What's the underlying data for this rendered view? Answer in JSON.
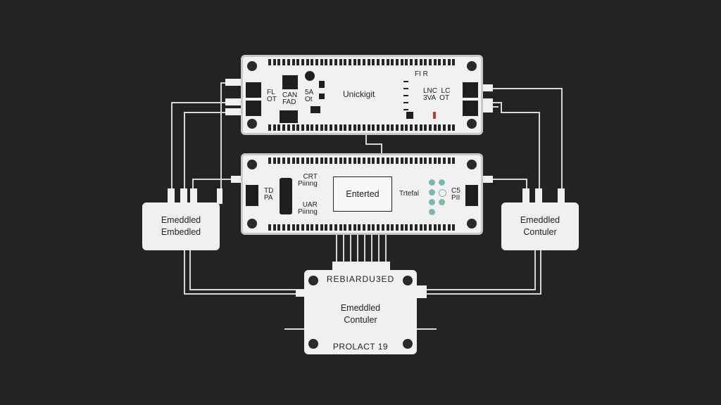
{
  "top_board": {
    "title": "Unickigit",
    "left_label": "FL\nOT",
    "mid_label": "CAN\nFAD",
    "mid_label2": "5A\nOt",
    "right_top": "FI R",
    "right_label": "LNC  LC\n3VA  OT"
  },
  "mid_board": {
    "center_box": "Enterted",
    "left_label": "TD\nPA",
    "top_tag": "CRT\nPiinng",
    "bottom_tag": "UAR\nPiinng",
    "right_tag": "Trtefal",
    "right_label": "C5\nPII"
  },
  "left_box": {
    "text": "Emeddled\nEmbedled"
  },
  "right_box": {
    "text": "Emeddled\nContuler"
  },
  "bottom_board": {
    "top_label": "REBIARDU3ED",
    "center_text": "Emeddled\nContuler",
    "bottom_label": "PROLACT 19"
  },
  "colors": {
    "background": "#232323",
    "board": "#f1f1f1",
    "wire": "#d6d6d6",
    "led": "#7db7ad"
  }
}
